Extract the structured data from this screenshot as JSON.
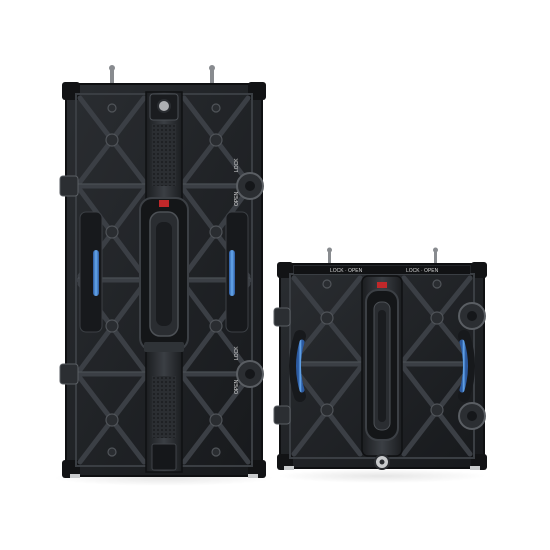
{
  "panels": [
    {
      "id": "tall-panel",
      "labels": {
        "upper_lock": "LOCK",
        "upper_open": "OPEN",
        "lower_lock": "LOCK",
        "lower_open": "OPEN"
      }
    },
    {
      "id": "square-panel",
      "labels": {
        "top_left": "LOCK · OPEN",
        "top_right": "LOCK · OPEN"
      }
    }
  ],
  "colors": {
    "background": "#ffffff",
    "frame": "#1c1e21",
    "frame_edge": "#2c2f33",
    "rib": "#34383d",
    "highlight": "#4a4f55",
    "handle_blue": "#3f78c8",
    "handle_blue_light": "#66a9ee",
    "latch_red": "#c0282a",
    "silver": "#c9cbcd"
  }
}
